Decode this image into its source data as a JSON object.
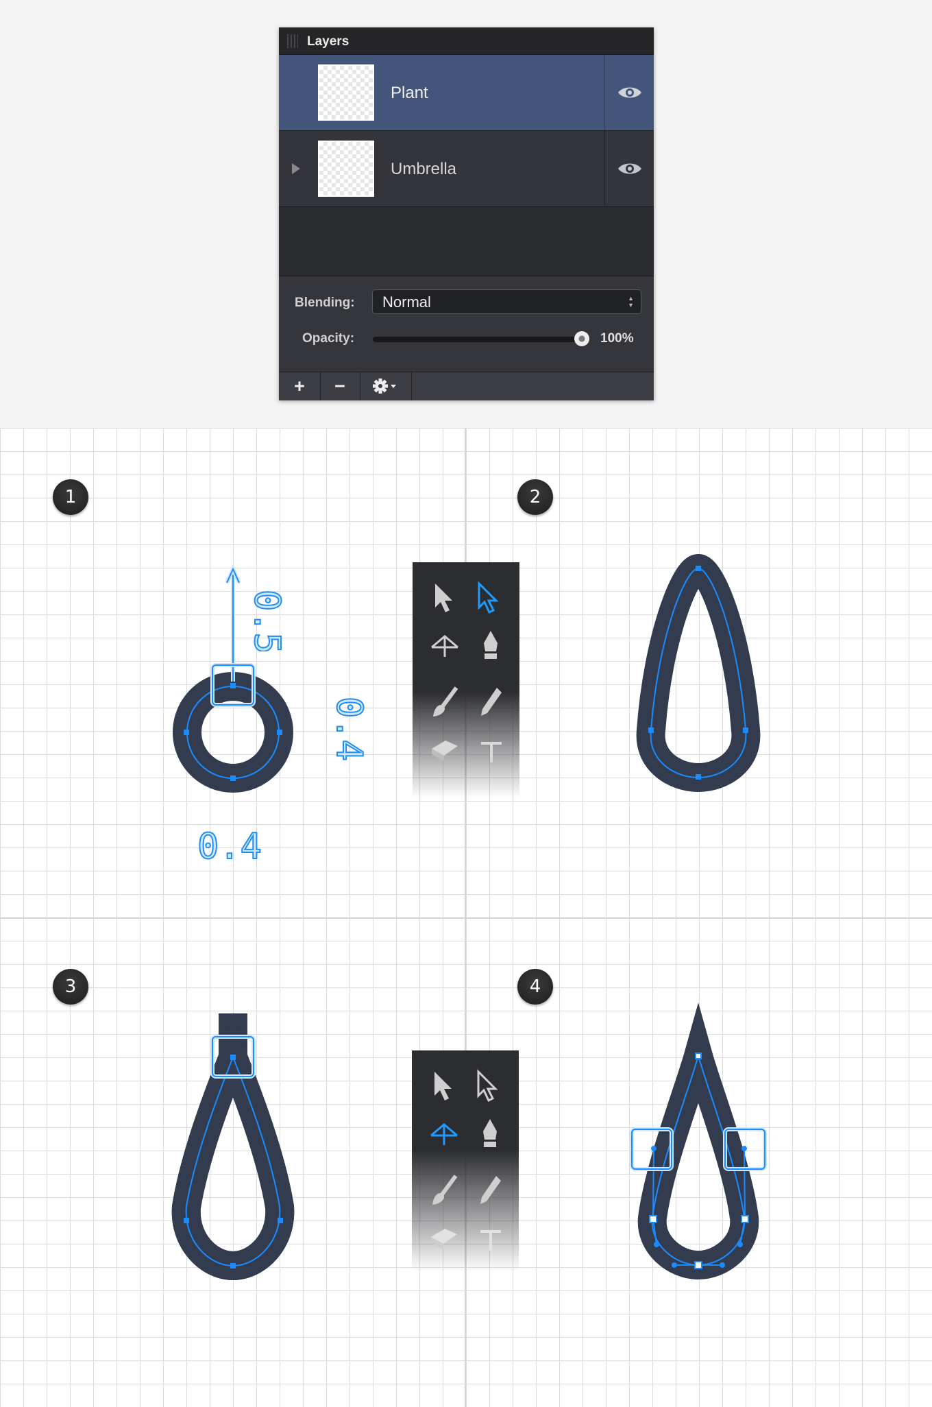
{
  "layers_panel": {
    "title": "Layers",
    "layers": [
      {
        "name": "Plant",
        "selected": true,
        "visible": true
      },
      {
        "name": "Umbrella",
        "selected": false,
        "visible": true,
        "has_children": true
      }
    ],
    "blending_label": "Blending:",
    "blending_value": "Normal",
    "opacity_label": "Opacity:",
    "opacity_value": "100%",
    "opacity_fraction": 1.0,
    "footer_buttons": {
      "add": "+",
      "remove": "−",
      "settings": "gear-icon"
    }
  },
  "steps": [
    {
      "number": "1",
      "dimensions": {
        "vertical": "0.5",
        "height": "0.4",
        "width": "0.4"
      }
    },
    {
      "number": "2"
    },
    {
      "number": "3"
    },
    {
      "number": "4"
    }
  ],
  "toolbox": {
    "tools": [
      "move-tool",
      "node-tool",
      "corner-tool",
      "pen-tool",
      "brush-tool",
      "pencil-tool",
      "eraser-tool",
      "text-tool"
    ],
    "active_tool_step1": "node-tool",
    "active_tool_step3": "corner-tool"
  },
  "colors": {
    "shape_fill": "#333c4f",
    "accent_blue": "#1a8cff",
    "selected_layer": "#43557a",
    "panel_bg": "#2b2c30"
  }
}
